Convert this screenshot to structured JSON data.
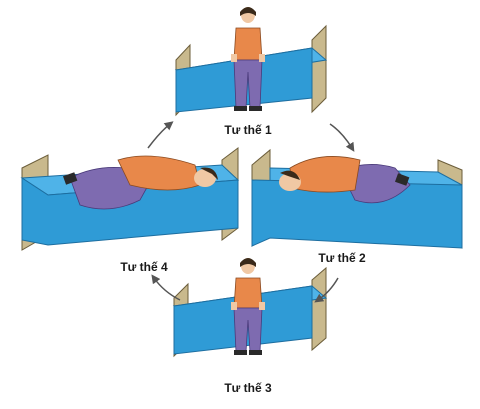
{
  "diagram": {
    "positions": [
      {
        "id": 1,
        "label": "Tư thế 1",
        "pose": "sitting-on-bed-edge"
      },
      {
        "id": 2,
        "label": "Tư thế 2",
        "pose": "lying-on-left-side"
      },
      {
        "id": 3,
        "label": "Tư thế 3",
        "pose": "sitting-on-bed-edge"
      },
      {
        "id": 4,
        "label": "Tư thế 4",
        "pose": "lying-on-right-side"
      }
    ],
    "sequence": "clockwise 1 → 2 → 3 → 4 → 1",
    "colors": {
      "bed_blue": "#2f9bd6",
      "bed_frame": "#c9b98d",
      "shirt": "#e8884a",
      "pants": "#7e6bb0",
      "hair": "#3a2a1a",
      "skin": "#f0c8a4",
      "arrow": "#555555",
      "label": "#1a1a1a"
    }
  }
}
